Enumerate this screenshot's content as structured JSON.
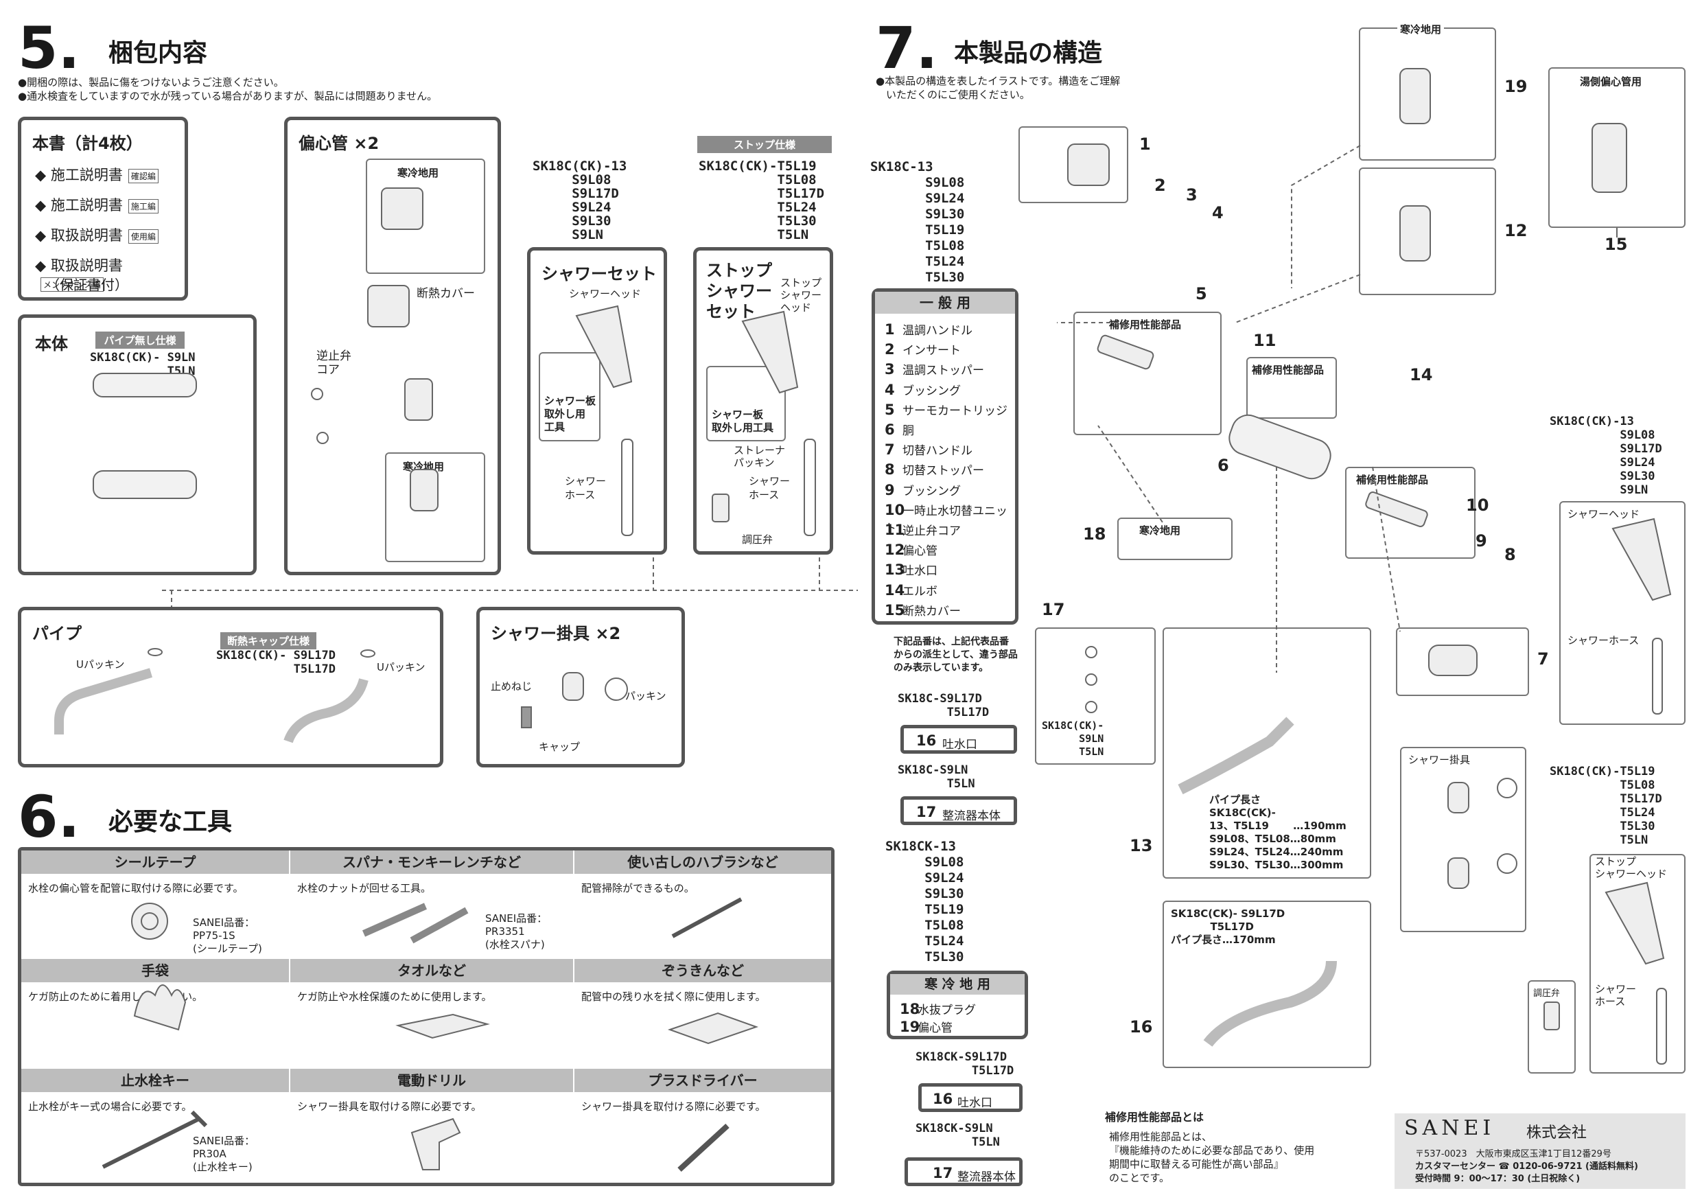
{
  "s5": {
    "num": "5.",
    "title": "梱包内容",
    "note1": "●開梱の際は、製品に傷をつけないようご注意ください。",
    "note2": "●通水検査をしていますので水が残っている場合がありますが、製品には問題ありません。",
    "docs": {
      "title": "本書（計4枚）",
      "items": [
        {
          "label": "◆ 施工説明書",
          "badge": "確認編"
        },
        {
          "label": "◆ 施工説明書",
          "badge": "施工編"
        },
        {
          "label": "◆ 取扱説明書",
          "badge": "使用編"
        },
        {
          "label": "◆ 取扱説明書",
          "badge": "メンテナンス編"
        }
      ],
      "warranty": "（保証書付）"
    },
    "henshin": {
      "title": "偏心管 ×2",
      "kanrei1": "寒冷地用",
      "kanrei2": "寒冷地用",
      "dannetsu": "断熱カバー",
      "gyakuben": "逆止弁\nコア"
    },
    "hontai": {
      "title": "本体",
      "tag": "パイプ無し仕様",
      "model": "SK18C(CK)- S9LN\n           T5LN"
    },
    "models_left": "SK18C(CK)-13\n     S9L08\n     S9L17D\n     S9L24\n     S9L30\n     S9LN",
    "models_stop_tag": "ストップ仕様",
    "models_right": "SK18C(CK)-T5L19\n          T5L08\n          T5L17D\n          T5L24\n          T5L30\n          T5LN",
    "shower_set": {
      "title": "シャワーセット",
      "head": "シャワーヘッド",
      "tool": "シャワー板\n取外し用\n工具",
      "hose": "シャワー\nホース"
    },
    "stop_set": {
      "title": "ストップ\nシャワー\nセット",
      "head": "ストップ\nシャワー\nヘッド",
      "tool": "シャワー板\n取外し用工具",
      "strainer": "ストレーナ\nパッキン",
      "hose": "シャワー\nホース",
      "valve": "調圧弁"
    },
    "pipe": {
      "title": "パイプ",
      "tag": "断熱キャップ仕様",
      "model": "SK18C(CK)- S9L17D\n           T5L17D",
      "upack1": "Uパッキン",
      "upack2": "Uパッキン"
    },
    "hook": {
      "title": "シャワー掛具 ×2",
      "screw": "止めねじ",
      "packing": "パッキン",
      "cap": "キャップ"
    }
  },
  "s6": {
    "num": "6.",
    "title": "必要な工具",
    "tools": [
      {
        "name": "シールテープ",
        "desc": "水栓の偏心管を配管に取付ける際に必要です。",
        "part": "SANEI品番：\nPP75-1S\n(シールテープ)"
      },
      {
        "name": "スパナ・モンキーレンチなど",
        "desc": "水栓のナットが回せる工具。",
        "part": "SANEI品番：\nPR3351\n(水栓スパナ)"
      },
      {
        "name": "使い古しのハブラシなど",
        "desc": "配管掃除ができるもの。",
        "part": ""
      },
      {
        "name": "手袋",
        "desc": "ケガ防止のために着用してください。",
        "part": ""
      },
      {
        "name": "タオルなど",
        "desc": "ケガ防止や水栓保護のために使用します。",
        "part": ""
      },
      {
        "name": "ぞうきんなど",
        "desc": "配管中の残り水を拭く際に使用します。",
        "part": ""
      },
      {
        "name": "止水栓キー",
        "desc": "止水栓がキー式の場合に必要です。",
        "part": "SANEI品番：\nPR30A\n(止水栓キー)"
      },
      {
        "name": "電動ドリル",
        "desc": "シャワー掛具を取付ける際に必要です。",
        "part": ""
      },
      {
        "name": "プラスドライバー",
        "desc": "シャワー掛具を取付ける際に必要です。",
        "part": ""
      }
    ]
  },
  "s7": {
    "num": "7.",
    "title": "本製品の構造",
    "note": "●本製品の構造を表したイラストです。構造をご理解\n　いただくのにご使用ください。",
    "models_top": "SK18C-13\n       S9L08\n       S9L24\n       S9L30\n       T5L19\n       T5L08\n       T5L24\n       T5L30",
    "general_title": "一 般 用",
    "parts": [
      {
        "n": "1",
        "name": "温調ハンドル"
      },
      {
        "n": "2",
        "name": "インサート"
      },
      {
        "n": "3",
        "name": "温調ストッパー"
      },
      {
        "n": "4",
        "name": "ブッシング"
      },
      {
        "n": "5",
        "name": "サーモカートリッジ"
      },
      {
        "n": "6",
        "name": "胴"
      },
      {
        "n": "7",
        "name": "切替ハンドル"
      },
      {
        "n": "8",
        "name": "切替ストッパー"
      },
      {
        "n": "9",
        "name": "ブッシング"
      },
      {
        "n": "10",
        "name": "一時止水切替ユニット"
      },
      {
        "n": "11",
        "name": "逆止弁コア"
      },
      {
        "n": "12",
        "name": "偏心管"
      },
      {
        "n": "13",
        "name": "吐水口"
      },
      {
        "n": "14",
        "name": "エルボ"
      },
      {
        "n": "15",
        "name": "断熱カバー"
      }
    ],
    "derive_note": "下記品番は、上記代表品番\nからの派生として、違う部品\nのみ表示しています。",
    "d1_model": "SK18C-S9L17D\n       T5L17D",
    "d1_part": {
      "n": "16",
      "name": "吐水口"
    },
    "d2_model": "SK18C-S9LN\n       T5LN",
    "d2_part": {
      "n": "17",
      "name": "整流器本体"
    },
    "ck_models": "SK18CK-13\n     S9L08\n     S9L24\n     S9L30\n     T5L19\n     T5L08\n     T5L24\n     T5L30",
    "kanrei_title": "寒 冷 地 用",
    "kanrei_parts": [
      {
        "n": "18",
        "name": "水抜プラグ"
      },
      {
        "n": "19",
        "name": "偏心管"
      }
    ],
    "d3_model": "SK18CK-S9L17D\n        T5L17D",
    "d3_part": {
      "n": "16",
      "name": "吐水口"
    },
    "d4_model": "SK18CK-S9LN\n        T5LN",
    "d4_part": {
      "n": "17",
      "name": "整流器本体"
    },
    "hosyu1": "補修用性能部品",
    "hosyu2": "補修用性能部品",
    "hosyu3": "補修用性能部品",
    "kanrei_a": "寒冷地用",
    "kanrei_b": "寒冷地用",
    "yugawa": "湯側偏心管用",
    "box17_model": "SK18C(CK)-\n      S9LN\n      T5LN",
    "pipe_len": "パイプ長さ\nSK18C(CK)-\n13、T5L19　　 …190mm\nS9L08、T5L08…80mm\nS9L24、T5L24…240mm\nS9L30、T5L30…300mm",
    "box16": "SK18C(CK)- S9L17D\n           T5L17D\nパイプ長さ…170mm",
    "right_models1": "SK18C(CK)-13\n          S9L08\n          S9L17D\n          S9L24\n          S9L30\n          S9LN",
    "right_head": "シャワーヘッド",
    "right_hose": "シャワーホース",
    "right_hook": "シャワー掛具",
    "right_models2": "SK18C(CK)-T5L19\n          T5L08\n          T5L17D\n          T5L24\n          T5L30\n          T5LN",
    "stop_head": "ストップ\nシャワーヘッド",
    "stop_hose": "シャワー\nホース",
    "valve": "調圧弁",
    "hosyu_def_title": "補修用性能部品とは",
    "hosyu_def": "補修用性能部品とは、\n『機能維持のために必要な部品であり、使用\n期間中に取替える可能性が高い部品』\nのことです。",
    "callouts": [
      "1",
      "2",
      "3",
      "4",
      "5",
      "6",
      "7",
      "8",
      "9",
      "10",
      "11",
      "12",
      "13",
      "14",
      "15",
      "16",
      "17",
      "18",
      "19"
    ]
  },
  "company": {
    "logo": "SANEI",
    "name": "株式会社",
    "addr": "〒537-0023　大阪市東成区玉津1丁目12番29号",
    "center": "カスタマーセンター ☎ 0120-06-9721 (通話料無料)",
    "hours": "受付時間 9：00〜17：30 (土日祝除く)"
  }
}
